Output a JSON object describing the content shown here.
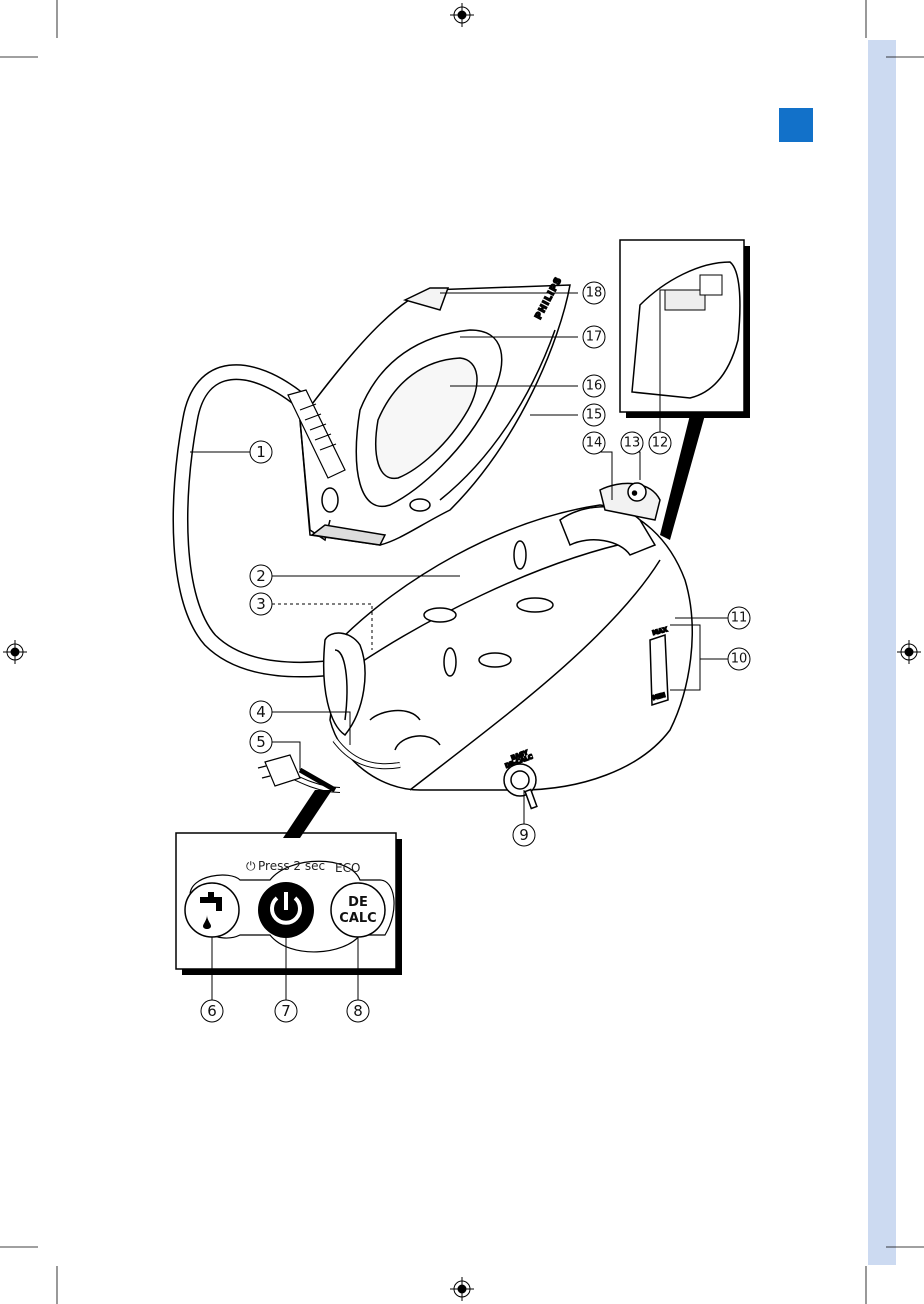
{
  "page": {
    "sidebar_color": "#ccdaf1",
    "tab_color": "#1271c9"
  },
  "brand": "PHILIPS",
  "control_panel": {
    "label_prefix": "⏻",
    "label_main": "Press 2 sec",
    "label_eco": "ECO",
    "decalc_line1": "DE",
    "decalc_line2": "CALC"
  },
  "base_labels": {
    "easy_decalc_line1": "EASY",
    "easy_decalc_line2": "DE-CALC",
    "max_mark": "MAX",
    "min_mark": "MIN"
  },
  "callouts": [
    "1",
    "2",
    "3",
    "4",
    "5",
    "6",
    "7",
    "8",
    "9",
    "10",
    "11",
    "12",
    "13",
    "14",
    "15",
    "16",
    "17",
    "18"
  ],
  "icons": [
    "registration-mark-icon",
    "tap-water-icon",
    "power-icon",
    "plug-icon"
  ]
}
